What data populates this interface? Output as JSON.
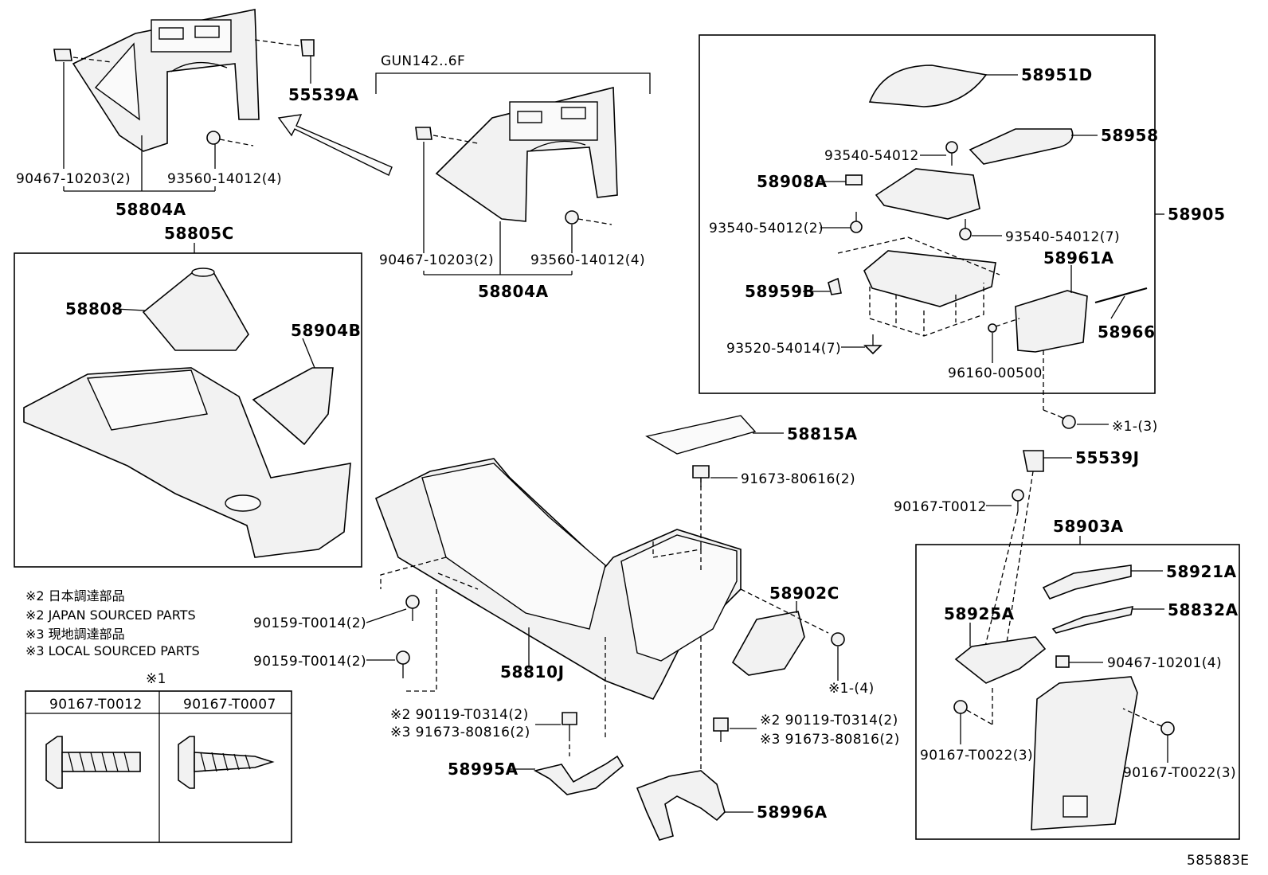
{
  "labels": {
    "gun": "GUN142..6F",
    "p55539a": "55539A",
    "p90467_10203_a": "90467-10203(2)",
    "p93560_14012_a": "93560-14012(4)",
    "p58804a_a": "58804A",
    "p90467_10203_b": "90467-10203(2)",
    "p93560_14012_b": "93560-14012(4)",
    "p58804a_b": "58804A",
    "p58805c": "58805C",
    "p58808": "58808",
    "p58904b": "58904B",
    "p58951d": "58951D",
    "p58958": "58958",
    "p93540_54012_top": "93540-54012",
    "p58908a": "58908A",
    "p93540_54012_2": "93540-54012(2)",
    "p93540_54012_7": "93540-54012(7)",
    "p58905": "58905",
    "p58961a": "58961A",
    "p58959b": "58959B",
    "p58966": "58966",
    "p93520_54014": "93520-54014(7)",
    "p96160_00500": "96160-00500",
    "p_x1_3": "※1-(3)",
    "p58815a": "58815A",
    "p55539j": "55539J",
    "p91673_80616": "91673-80616(2)",
    "p90167_t0012_side": "90167-T0012",
    "p58903a": "58903A",
    "p58921a": "58921A",
    "p58832a": "58832A",
    "p58925a": "58925A",
    "p90467_10201": "90467-10201(4)",
    "p90167_t0022_l": "90167-T0022(3)",
    "p90167_t0022_r": "90167-T0022(3)",
    "p58902c": "58902C",
    "p_x1_4": "※1-(4)",
    "p90159_t0014_a": "90159-T0014(2)",
    "p90159_t0014_b": "90159-T0014(2)",
    "p58810j": "58810J",
    "p90119_l": "※2 90119-T0314(2)",
    "p91673_80816_l": "※3 91673-80816(2)",
    "p90119_r": "※2 90119-T0314(2)",
    "p91673_80816_r": "※3 91673-80816(2)",
    "p58995a": "58995A",
    "p58996a": "58996A",
    "ref": "585883E"
  },
  "notes": [
    "※2 日本調達部品",
    "※2 JAPAN SOURCED PARTS",
    "※3 現地調達部品",
    "※3 LOCAL SOURCED PARTS"
  ],
  "screw_table": {
    "title": "※1",
    "col1": "90167-T0012",
    "col2": "90167-T0007"
  }
}
